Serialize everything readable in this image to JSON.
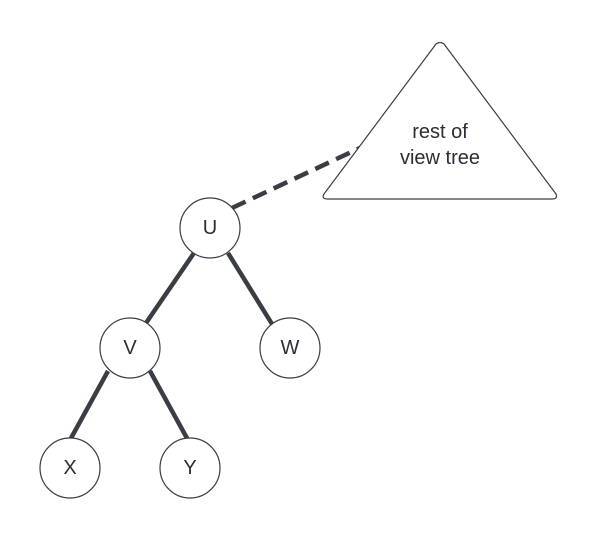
{
  "diagram": {
    "subtree": {
      "line1": "rest of",
      "line2": "view tree"
    },
    "nodes": {
      "u": "U",
      "v": "V",
      "w": "W",
      "x": "X",
      "y": "Y"
    },
    "colors": {
      "stroke": "#3a3d45",
      "text": "#2b2e36",
      "background": "#ffffff"
    }
  }
}
